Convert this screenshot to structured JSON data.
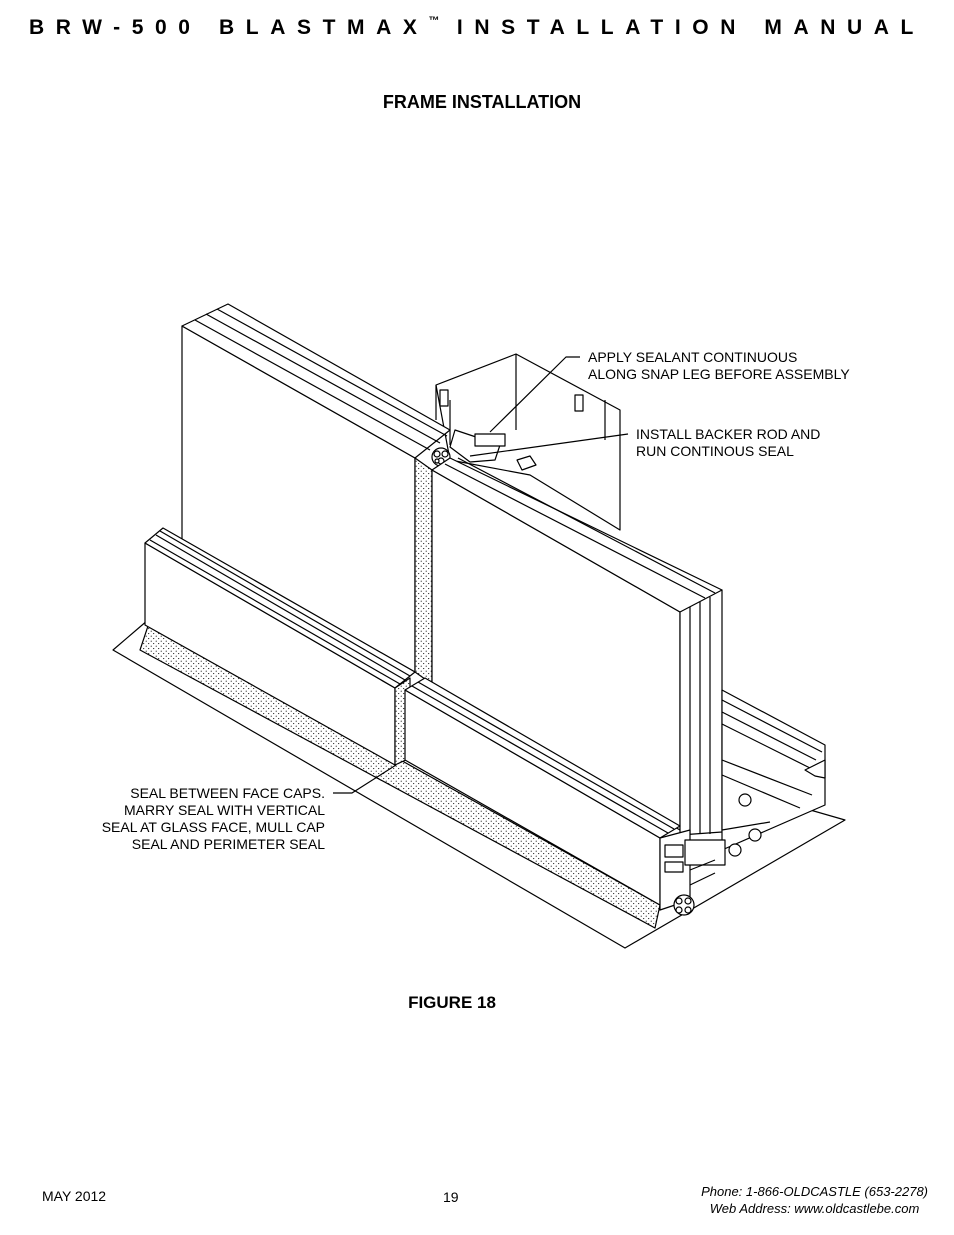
{
  "header": {
    "product": "BRW-500 BLASTMAX",
    "trademark": "™",
    "manual": "INSTALLATION MANUAL"
  },
  "section_title": "FRAME INSTALLATION",
  "callouts": {
    "sealant": [
      "APPLY SEALANT CONTINUOUS",
      "ALONG SNAP LEG BEFORE ASSEMBLY"
    ],
    "backer_rod": [
      "INSTALL BACKER ROD AND",
      "RUN CONTINOUS SEAL"
    ],
    "face_caps": [
      "SEAL BETWEEN FACE CAPS.",
      "MARRY SEAL WITH VERTICAL",
      "SEAL AT GLASS FACE, MULL CAP",
      "SEAL AND PERIMETER SEAL"
    ]
  },
  "figure_label": "FIGURE 18",
  "footer": {
    "date": "MAY 2012",
    "page": "19",
    "phone": "Phone: 1-866-OLDCASTLE (653-2278)",
    "web": "Web Address: www.oldcastlebe.com"
  }
}
